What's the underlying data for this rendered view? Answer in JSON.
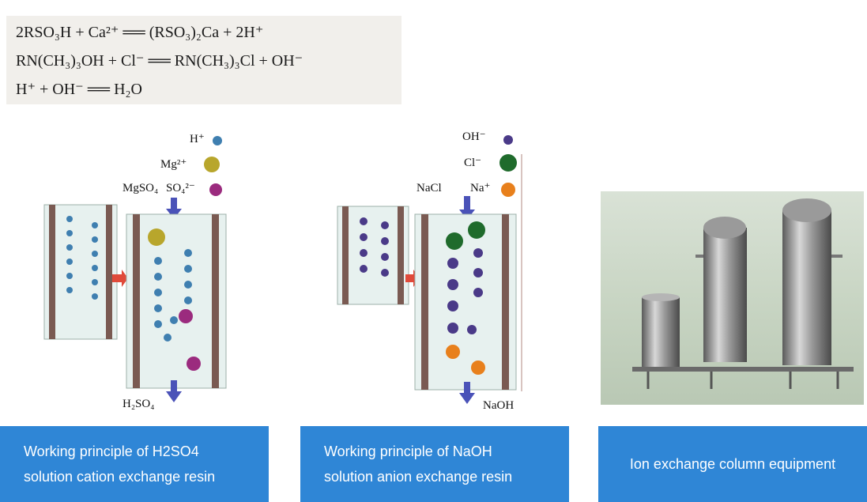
{
  "equations": [
    {
      "text": "2RSO₃H + Ca²⁺ ══ (RSO₃)₂Ca + 2H⁺"
    },
    {
      "text": "RN(CH₃)₃OH + Cl⁻ ══ RN(CH₃)₃Cl + OH⁻"
    },
    {
      "text": "H⁺ + OH⁻ ══ H₂O"
    }
  ],
  "cation_diagram": {
    "legend": [
      {
        "label": "H⁺",
        "color": "#3f7fb0",
        "icon": "ion-ball"
      },
      {
        "label": "Mg²⁺",
        "color": "#b8a62c",
        "icon": "ion-ball"
      },
      {
        "label": "SO₄²⁻",
        "color": "#9b2b7e",
        "icon": "ion-ball"
      }
    ],
    "inlet_label": "MgSO₄",
    "outlet_label": "H₂SO₄"
  },
  "anion_diagram": {
    "legend": [
      {
        "label": "OH⁻",
        "color": "#4a3a88",
        "icon": "ion-ball"
      },
      {
        "label": "Cl⁻",
        "color": "#1f6b2c",
        "icon": "ion-ball"
      },
      {
        "label": "Na⁺",
        "color": "#e8801c",
        "icon": "ion-ball"
      }
    ],
    "inlet_label": "NaCl",
    "outlet_label": "NaOH"
  },
  "photo": {
    "subject": "ion-exchange-columns-photo"
  },
  "captions": [
    {
      "text": "Working principle of H2SO4\nsolution cation exchange resin"
    },
    {
      "text": "Working principle of NaOH\nsolution anion exchange resin"
    },
    {
      "text": "Ion exchange column equipment"
    }
  ],
  "colors": {
    "caption_bg": "#2f86d6",
    "arrow_blue": "#4a52b8",
    "arrow_red": "#e04a3a",
    "wall": "#7a5a52"
  }
}
